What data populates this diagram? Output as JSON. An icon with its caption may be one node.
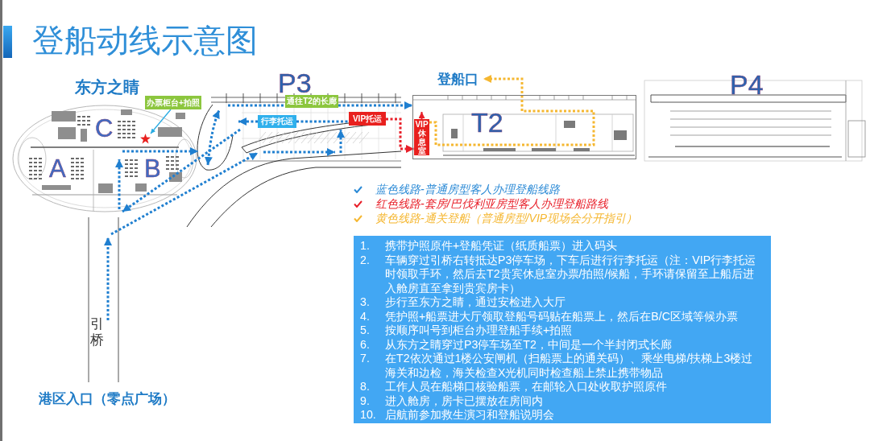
{
  "diagram": {
    "title": "登船动线示意图",
    "nodes": [
      {
        "text": [
          "办票柜台+拍照"
        ]
      },
      {
        "text": [],
        "shape": "star"
      },
      {
        "text": [
          "通往T2的长廊"
        ]
      },
      {
        "text": [
          "登船口"
        ]
      },
      {
        "text": [
          "行李托运"
        ]
      },
      {
        "text": [
          "VIP托运"
        ]
      },
      {
        "text": [
          "T2"
        ]
      },
      {
        "text": [
          "VIP休息室"
        ],
        "in": 6
      },
      {
        "text": [
          "1. 携带护照原件+登船凭证（纸质船票）进入码头",
          "2. 车辆穿过引桥右转抵达P3停车场，下车后进行行李托运（注：VIP行李托运时领取手环，然后去T2贵宾休息室办票/拍照/候船，手环请保留至上船后进入舱房直至拿到贵宾房卡）",
          "3. 步行至东方之睛，通过安检进入大厅",
          "4. 凭护照+船票进大厅领取登船号码贴在船票上，然后在B/C区域等候办票",
          "5. 按顺序叫号到柜台办理登船手续+拍照",
          "6. 从东方之睛穿过P3停车场至T2，中间是一个半封闭式长廊",
          "7. 在T2依次通过1楼公安闸机（扫船票上的通关码）、乘坐电梯/扶梯上3楼过海关和边检，海关检查X光机同时检查船上禁止携带物品",
          "8. 工作人员在船梯口核验船票，在邮轮入口处收取护照原件",
          "9. 进入舱房，房卡已摆放在房间内",
          "10. 启航前参加救生演习和登船说明会"
        ]
      }
    ],
    "edges": [
      {
        "from": 0,
        "to": 1,
        "arrow": "to",
        "color": "#29abe2"
      },
      {
        "from": null,
        "to": 2,
        "arrow": "none",
        "style": "dashed"
      },
      {
        "from": 2,
        "to": 6,
        "arrow": "to",
        "style": "dashed"
      },
      {
        "from": 4,
        "to": null,
        "arrow": "to",
        "style": "dashed"
      },
      {
        "from": 4,
        "to": 5,
        "arrow": "none",
        "style": "dashed"
      },
      {
        "from": 5,
        "to": 7,
        "arrow": "to",
        "style": "dashed",
        "color": "#e8202a"
      },
      {
        "from": 7,
        "to": 3,
        "arrow": "to",
        "style": "dashed",
        "color": "#f5b731"
      }
    ],
    "labels": [
      "东方之睛",
      "P3",
      "P4",
      "C",
      "A",
      "B",
      "引桥",
      "港区入口（零点广场）"
    ],
    "legend": [
      {
        "text": "蓝色线路-普通房型客人办理登船线路",
        "color": "#2b8ad6"
      },
      {
        "text": "红色线路-套房/巴伐利亚房型客人办理登船路线",
        "color": "#e8202a"
      },
      {
        "text": "黄色线路-通关登船（普通房型/VIP现场会分开指引）",
        "color": "#f5b731"
      }
    ]
  }
}
